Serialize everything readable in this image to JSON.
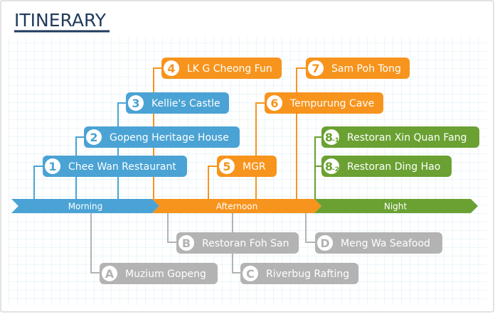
{
  "title": "ITINERARY",
  "colors": {
    "morning": "#4aa3d4",
    "afternoon": "#f7941d",
    "night": "#6aa132",
    "optional": "#b3b3b3",
    "title": "#1f3a5c",
    "grid": "#d6eaf5"
  },
  "timeline": {
    "morning": "Morning",
    "afternoon": "Afternoon",
    "night": "Night"
  },
  "stops": [
    {
      "badge": "1",
      "sub": "",
      "label": "Chee Wan Restaurant",
      "period": "morning"
    },
    {
      "badge": "2",
      "sub": "",
      "label": "Gopeng Heritage House",
      "period": "morning"
    },
    {
      "badge": "3",
      "sub": "",
      "label": "Kellie's Castle",
      "period": "morning"
    },
    {
      "badge": "4",
      "sub": "",
      "label": "LK G Cheong Fun",
      "period": "afternoon"
    },
    {
      "badge": "5",
      "sub": "",
      "label": "MGR",
      "period": "afternoon"
    },
    {
      "badge": "6",
      "sub": "",
      "label": "Tempurung Cave",
      "period": "afternoon"
    },
    {
      "badge": "7",
      "sub": "",
      "label": "Sam Poh Tong",
      "period": "afternoon"
    },
    {
      "badge": "8",
      "sub": "-1",
      "label": "Restoran Xin Quan Fang",
      "period": "night"
    },
    {
      "badge": "8",
      "sub": "-2",
      "label": "Restoran Ding Hao",
      "period": "night"
    }
  ],
  "alternatives": [
    {
      "badge": "A",
      "label": "Muzium Gopeng"
    },
    {
      "badge": "B",
      "label": "Restoran Foh San"
    },
    {
      "badge": "C",
      "label": "Riverbug Rafting"
    },
    {
      "badge": "D",
      "label": "Meng Wa Seafood"
    }
  ]
}
